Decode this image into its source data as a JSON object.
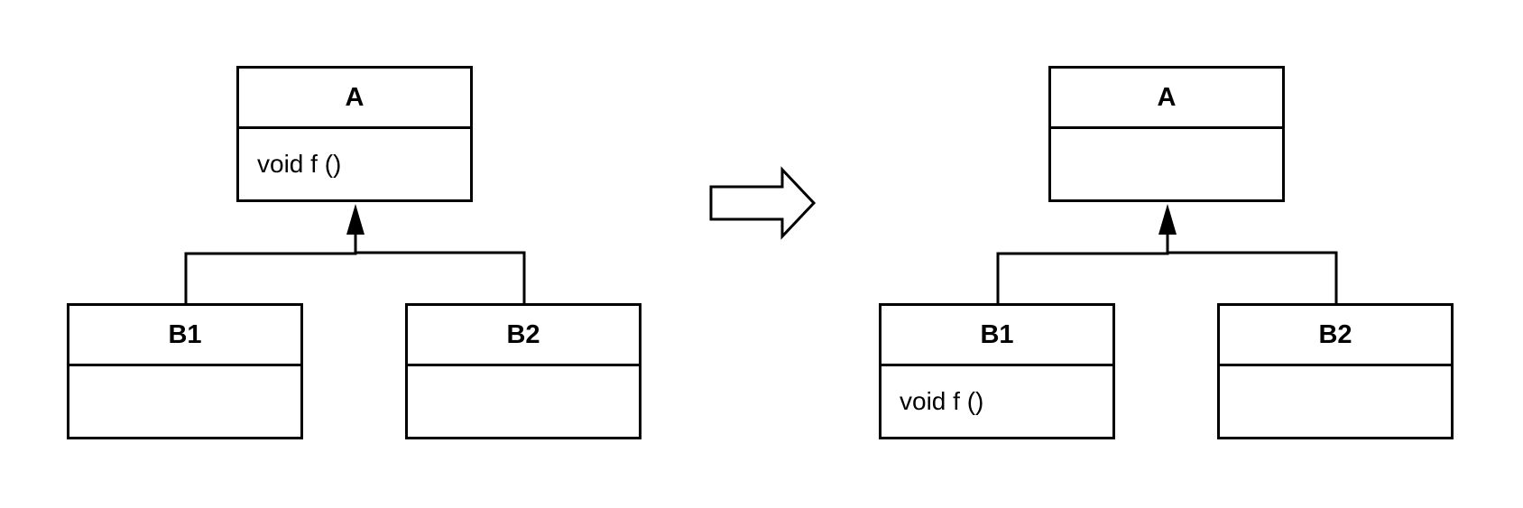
{
  "colors": {
    "stroke": "#000000",
    "fill": "#ffffff"
  },
  "before": {
    "parent": {
      "name": "A",
      "method": "void f ()"
    },
    "child1": {
      "name": "B1",
      "method": ""
    },
    "child2": {
      "name": "B2",
      "method": ""
    }
  },
  "after": {
    "parent": {
      "name": "A",
      "method": ""
    },
    "child1": {
      "name": "B1",
      "method": "void f ()"
    },
    "child2": {
      "name": "B2",
      "method": ""
    }
  },
  "transition_icon": "right-arrow-icon"
}
